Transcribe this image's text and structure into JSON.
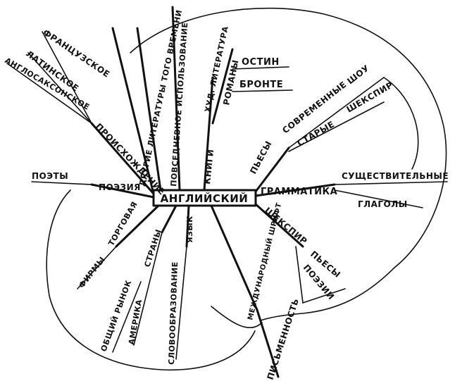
{
  "center": "АНГЛИЙСКИЙ",
  "branches": {
    "frantsuzskoe": "ФРАНЦУЗСКОЕ",
    "latinskoe": "ЛАТИНСКОЕ",
    "anglosaksonskoe": "АНГЛОСАКСОНСКОЕ",
    "proiskhozhdenie": "ПРОИСХОЖДЕНИЕ",
    "drugie_literatury": "ДРУГИЕ ЛИТЕРАТУРЫ ТОГО ВРЕМЕНИ",
    "povsednevnoe": "ПОВСЕДНЕВНОЕ ИСПОЛЬЗОВАНИЕ",
    "knigi": "КНИГИ",
    "khud_literatura": "ХУД. ЛИТЕРАТУРА",
    "romany": "РОМАНЫ",
    "ostin": "ОСТИН",
    "bronte": "БРОНТЕ",
    "pesy": "ПЬЕСЫ",
    "sovremennye": "СОВРЕМЕННЫЕ",
    "shou": "ШОУ",
    "starye": "СТАРЫЕ",
    "shekspir_top": "ШЕКСПИР",
    "grammatika": "ГРАММАТИКА",
    "sushchestvitelnye": "СУЩЕСТВИТЕЛЬНЫЕ",
    "glagoly": "ГЛАГОЛЫ",
    "shekspir": "ШЕКСПИР",
    "pesy2": "ПЬЕСЫ",
    "poezii": "ПОЭЗИИ",
    "mezhdunarodnyi": "МЕЖДУНАРОДНЫЙ ШРИФТ",
    "pismennost": "ПИСЬМЕННОСТЬ",
    "yazyk": "ЯЗЫК",
    "slovoobrazovanie": "СЛОВООБРАЗОВАНИЕ",
    "strany": "СТРАНЫ",
    "amerika": "АМЕРИКА",
    "torgovaya": "ТОРГОВАЯ",
    "firmy": "ФИРМЫ",
    "obshchii_rynok": "ОБЩИЙ РЫНОК",
    "poeziya": "ПОЭЗИЯ",
    "poety": "ПОЭТЫ"
  }
}
